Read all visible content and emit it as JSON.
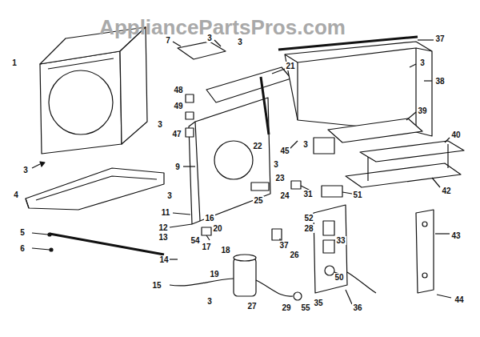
{
  "diagram": {
    "labels": [
      "AppliancePartsPros.com",
      "1",
      "7",
      "3",
      "3",
      "37",
      "21",
      "3",
      "38",
      "48",
      "49",
      "3",
      "3",
      "47",
      "22",
      "45",
      "39",
      "3",
      "9",
      "3",
      "40",
      "4",
      "23",
      "24",
      "25",
      "31",
      "51",
      "3",
      "42",
      "11",
      "16",
      "52",
      "28",
      "12",
      "20",
      "13",
      "54",
      "17",
      "5",
      "6",
      "37",
      "26",
      "33",
      "43",
      "18",
      "14",
      "50",
      "15",
      "19",
      "3",
      "27",
      "29",
      "55",
      "35",
      "36",
      "44"
    ]
  }
}
